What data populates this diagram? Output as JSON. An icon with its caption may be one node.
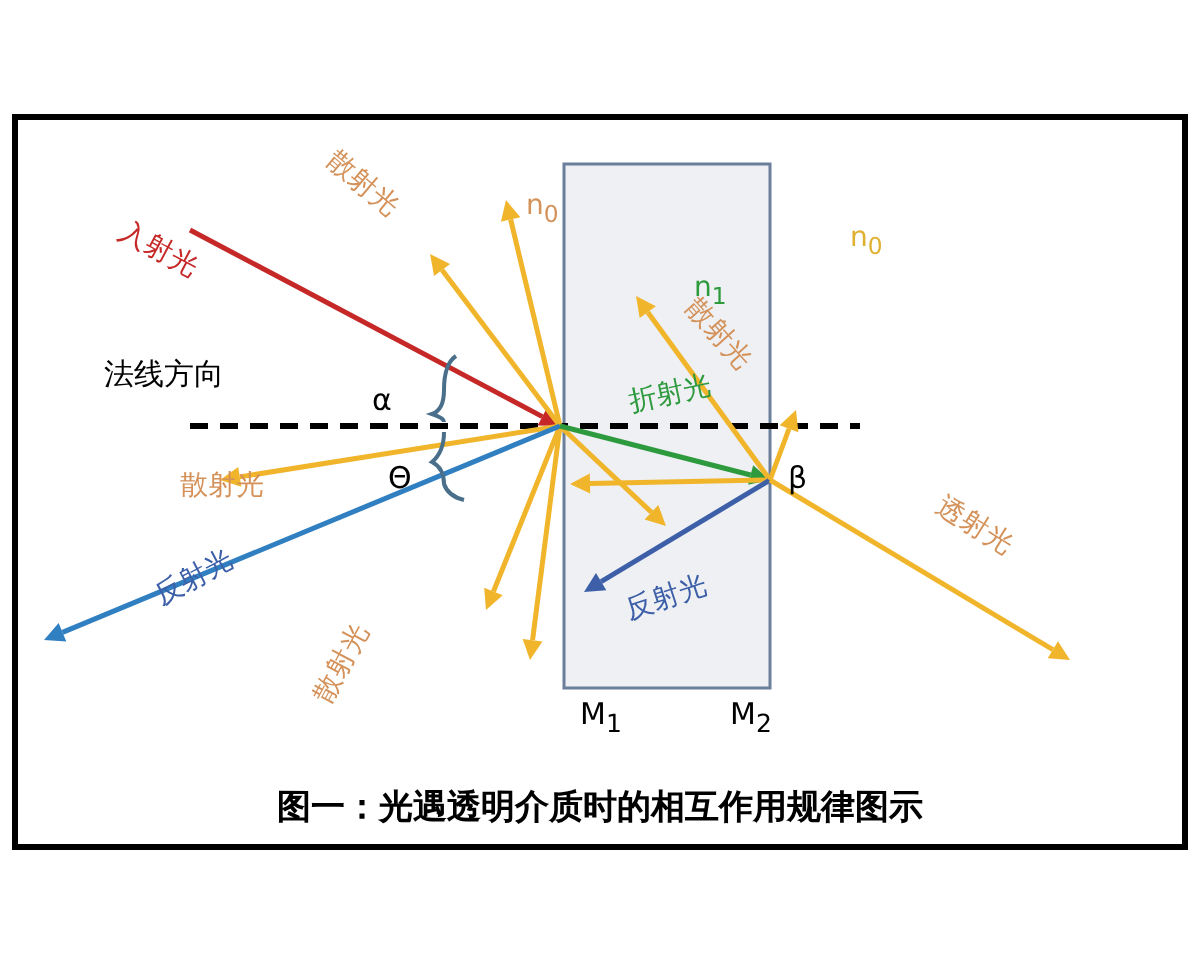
{
  "diagram": {
    "caption": "图一：光遇透明介质时的相互作用规律图示",
    "labels": [
      "散射光",
      "入射光",
      "n$_{0}$",
      "n$_{1}$",
      "n$_{0}$",
      "散射光",
      "法线方向",
      "α",
      "折射光",
      "散射光",
      "Θ",
      "β",
      "透射光",
      "反射光",
      "反射光",
      "散射光",
      "M$_{1}$",
      "M$_{2}$"
    ]
  }
}
